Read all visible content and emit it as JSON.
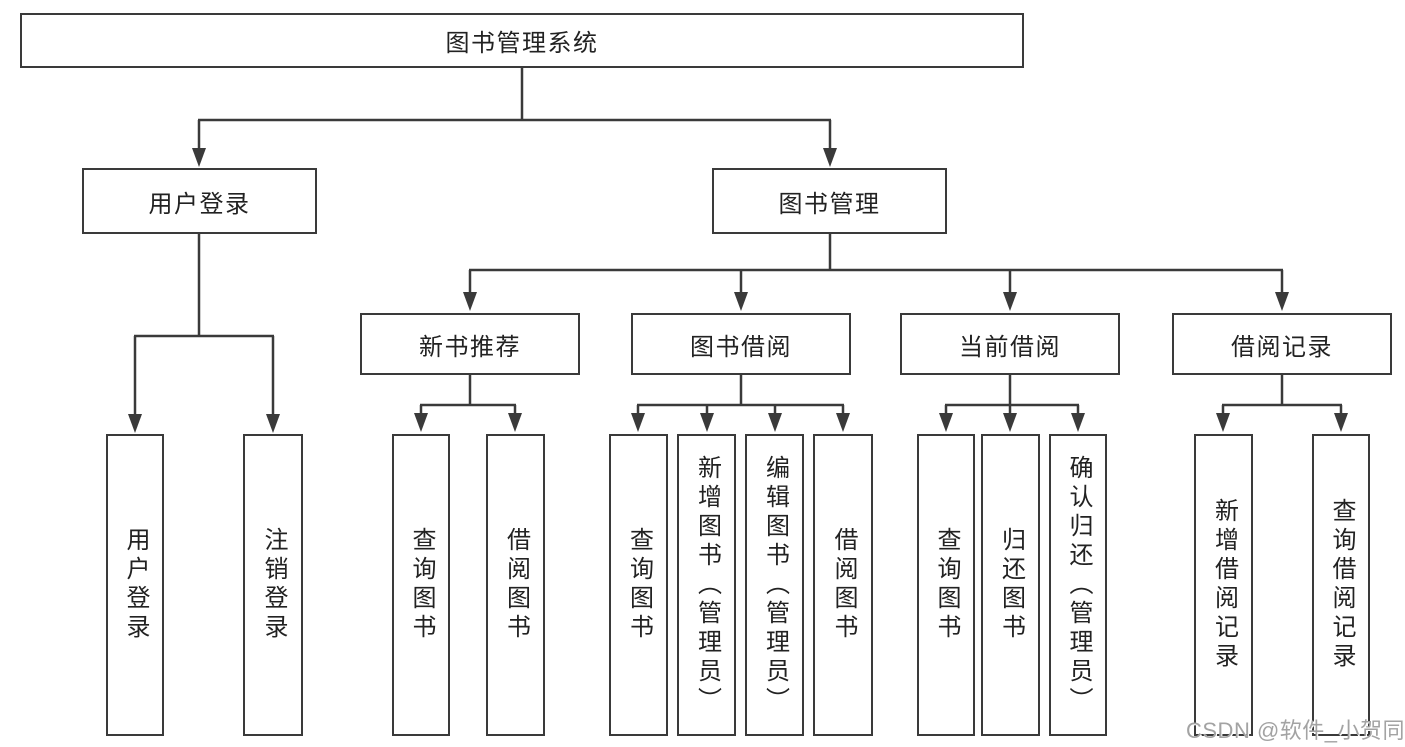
{
  "diagram": {
    "root": {
      "label": "图书管理系统"
    },
    "branches": [
      {
        "label": "用户登录",
        "children": [
          {
            "label": "用户登录"
          },
          {
            "label": "注销登录"
          }
        ]
      },
      {
        "label": "图书管理",
        "children": [
          {
            "label": "新书推荐",
            "children": [
              {
                "label": "查询图书"
              },
              {
                "label": "借阅图书"
              }
            ]
          },
          {
            "label": "图书借阅",
            "children": [
              {
                "label": "查询图书"
              },
              {
                "label": "新增图书（管理员）"
              },
              {
                "label": "编辑图书（管理员）"
              },
              {
                "label": "借阅图书"
              }
            ]
          },
          {
            "label": "当前借阅",
            "children": [
              {
                "label": "查询图书"
              },
              {
                "label": "归还图书"
              },
              {
                "label": "确认归还（管理员）"
              }
            ]
          },
          {
            "label": "借阅记录",
            "children": [
              {
                "label": "新增借阅记录"
              },
              {
                "label": "查询借阅记录"
              }
            ]
          }
        ]
      }
    ],
    "watermark": "CSDN @软件_小贺同学",
    "colors": {
      "line": "#3a3a3a",
      "text": "#222222",
      "watermark": "#a3a3a3",
      "background": "#ffffff"
    }
  }
}
